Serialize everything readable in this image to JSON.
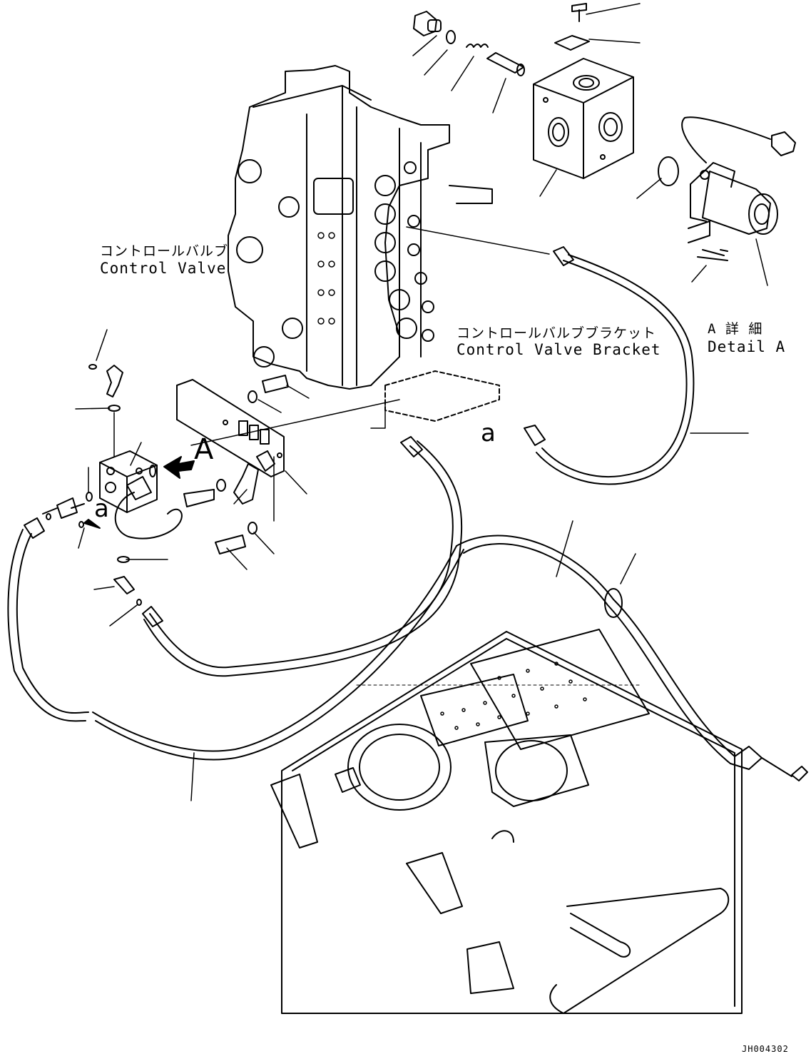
{
  "labels": {
    "control_valve_jp": "コントロールバルブ",
    "control_valve_en": "Control Valve",
    "bracket_jp": "コントロールバルブブラケット",
    "bracket_en": "Control Valve Bracket",
    "detail_jp": "A 詳 細",
    "detail_en": "Detail A",
    "view_a": "A",
    "conn_a_left": "a",
    "conn_a_right": "a",
    "drawing_id": "JH004302"
  }
}
